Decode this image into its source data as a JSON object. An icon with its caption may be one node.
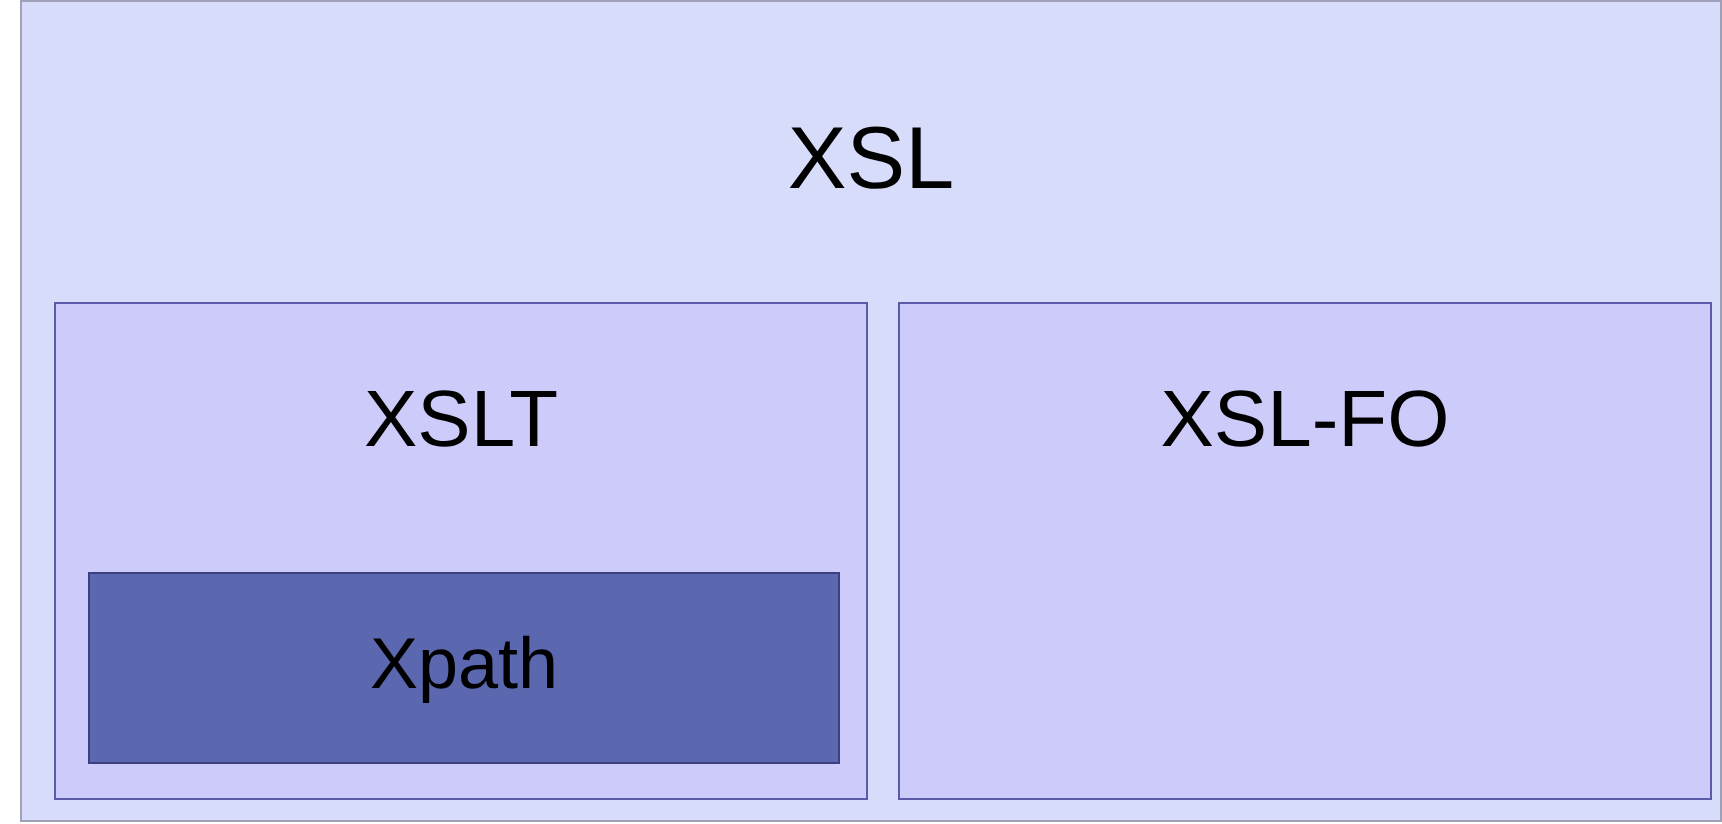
{
  "diagram": {
    "nodes": [
      {
        "text": [
          "XSL"
        ]
      },
      {
        "text": [
          "XSLT"
        ],
        "in": 0
      },
      {
        "text": [
          "XSL-FO"
        ],
        "in": 0
      },
      {
        "text": [
          "Xpath"
        ],
        "in": 1
      }
    ]
  }
}
